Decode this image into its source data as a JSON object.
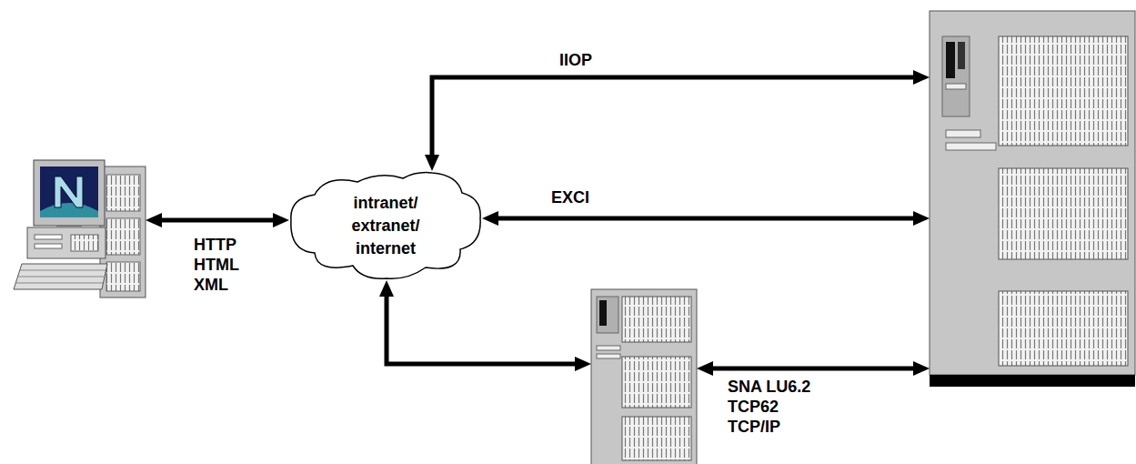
{
  "diagram": {
    "nodes": [
      {
        "text": []
      },
      {
        "text": [
          "intranet/ extranet/ internet"
        ]
      },
      {
        "text": []
      },
      {
        "text": []
      }
    ],
    "edges": [
      {
        "from": 0,
        "to": 1,
        "arrow": "both",
        "label": "HTTP HTML XML"
      },
      {
        "from": 1,
        "to": 2,
        "arrow": "both",
        "label": "IIOP"
      },
      {
        "from": 1,
        "to": 2,
        "arrow": "both",
        "label": "EXCI"
      },
      {
        "from": 1,
        "to": 3,
        "arrow": "both"
      },
      {
        "from": 3,
        "to": 2,
        "arrow": "both",
        "label": "SNA LU6.2 TCP62 TCP/IP"
      }
    ]
  }
}
